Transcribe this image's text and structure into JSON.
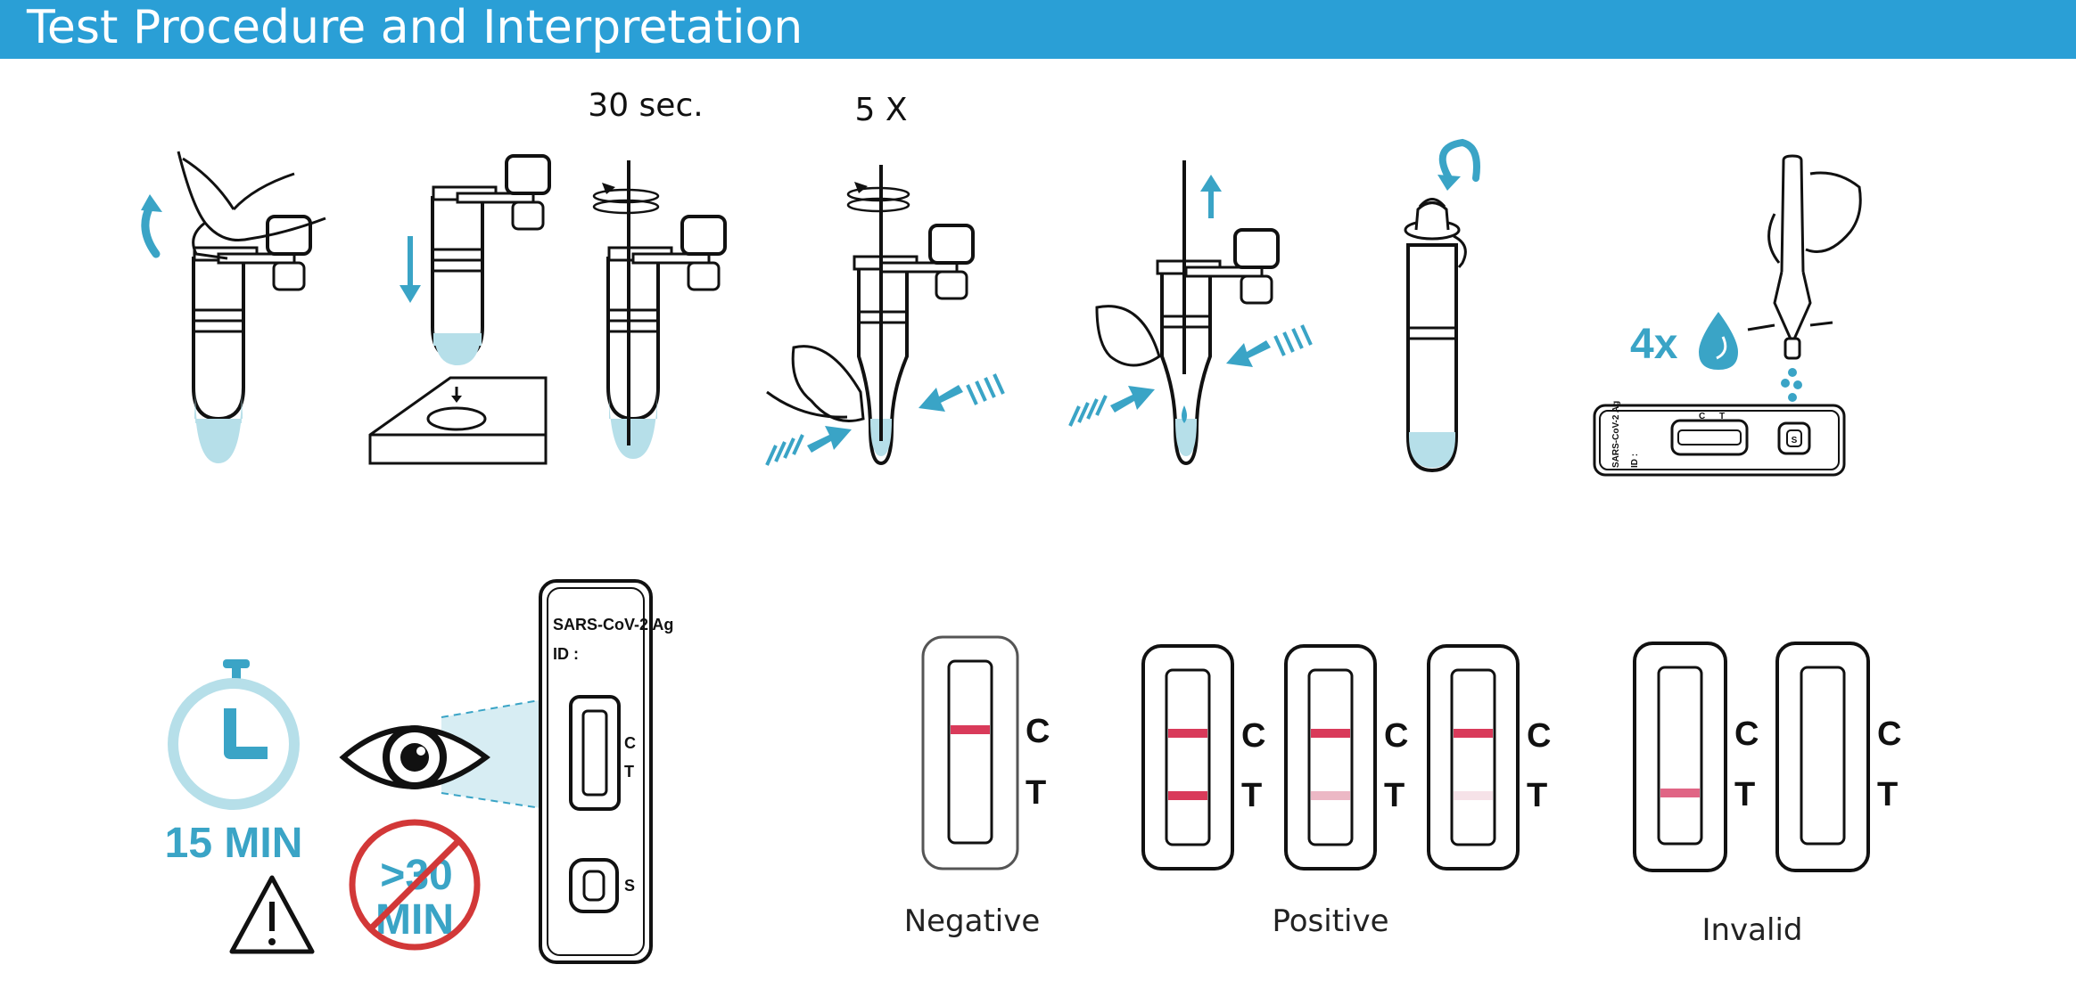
{
  "header": {
    "title": "Test Procedure and Interpretation"
  },
  "steps": {
    "step3_time": "30 sec.",
    "step4_count": "5 X",
    "drops": "4x"
  },
  "cassette": {
    "name": "SARS-CoV-2 Ag",
    "id_label": "ID :",
    "c_mark": "C",
    "t_mark": "T",
    "s_mark": "S"
  },
  "timer": {
    "read_time": "15 MIN",
    "max_line1": ">30",
    "max_line2": "MIN"
  },
  "results": {
    "c_label": "C",
    "t_label": "T",
    "negative": "Negative",
    "positive": "Positive",
    "invalid": "Invalid"
  },
  "colors": {
    "header_bg": "#2a9fd6",
    "accent_blue": "#3aa4c6",
    "liquid": "#b6dfe9",
    "control_line": "#d93a5a",
    "no_sign": "#d23838"
  }
}
